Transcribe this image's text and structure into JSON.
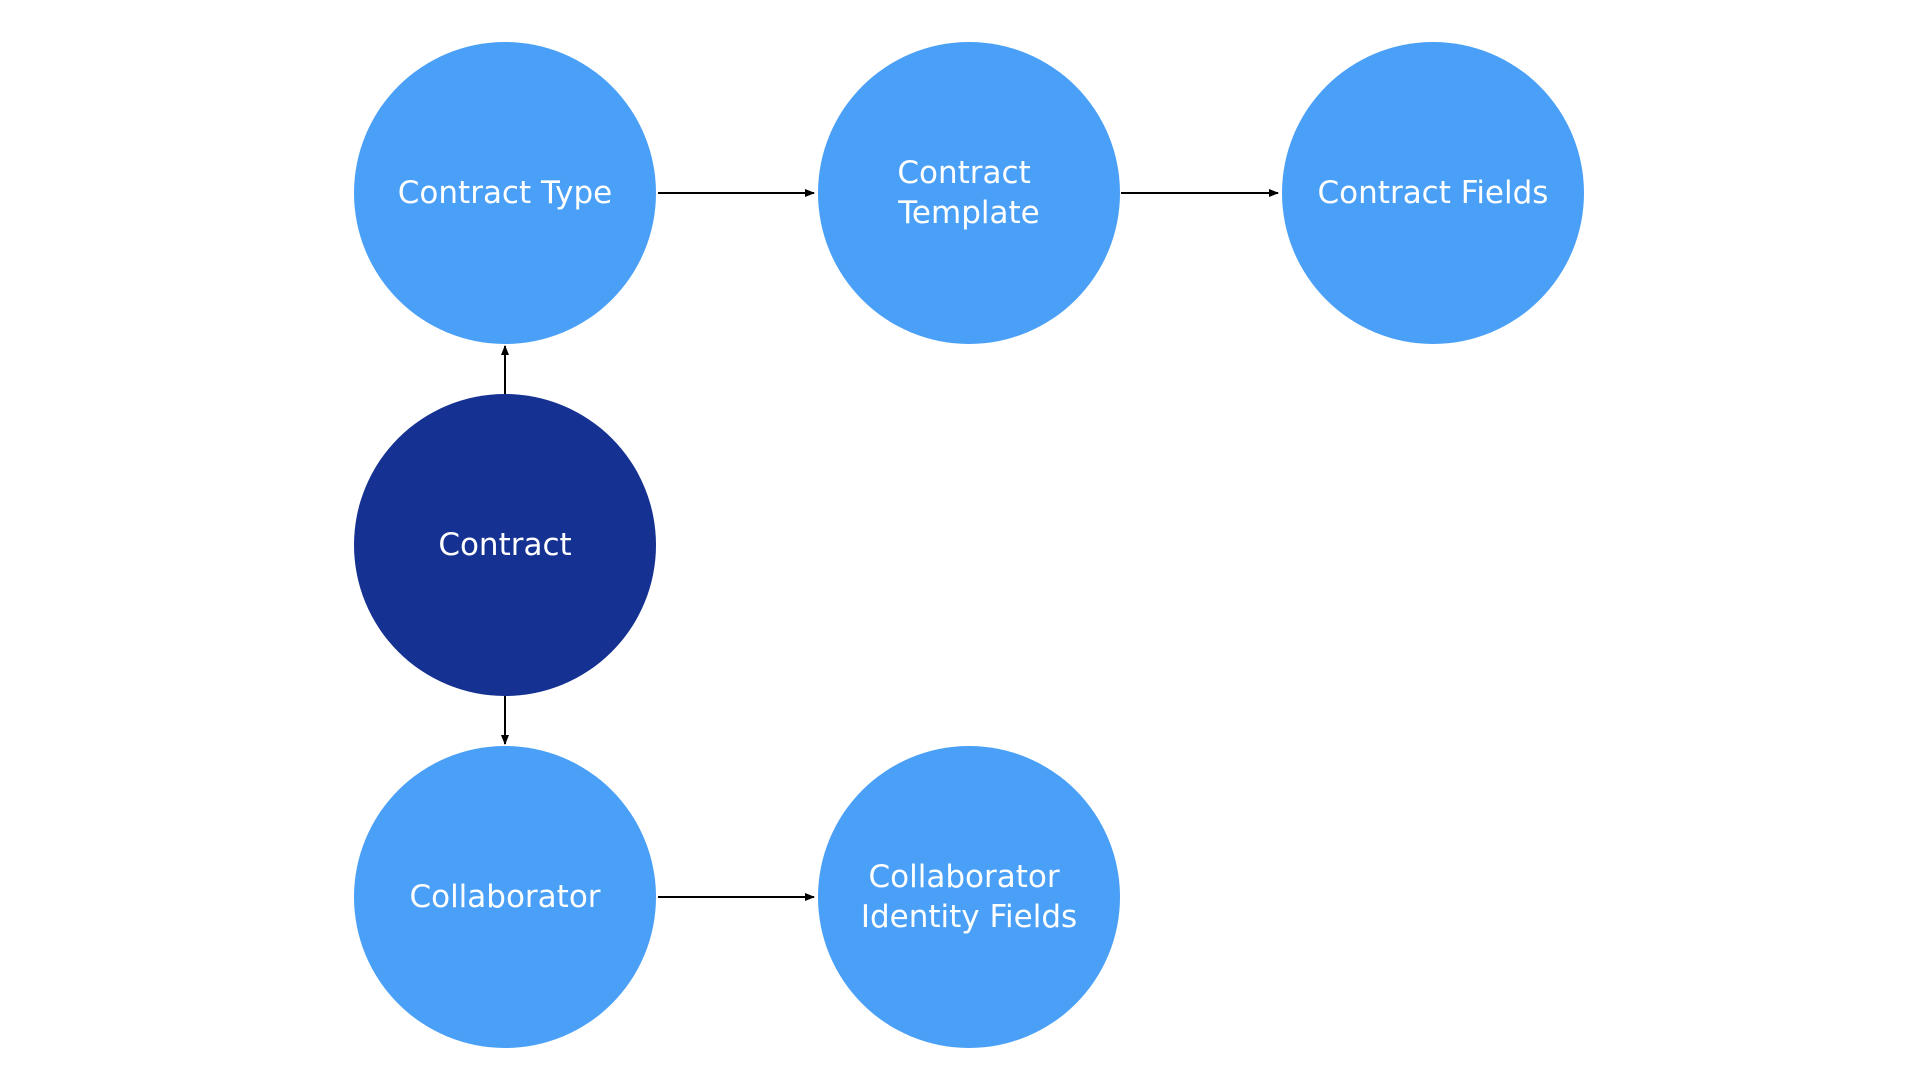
{
  "colors": {
    "node": "#4aa0f7",
    "node_root": "#153191",
    "edge": "#000000",
    "text": "#ffffff",
    "background": "#ffffff"
  },
  "nodes": {
    "contract_type": {
      "label": [
        "Contract Type"
      ]
    },
    "contract_template": {
      "label": [
        "Contract",
        "Template"
      ]
    },
    "contract_fields": {
      "label": [
        "Contract Fields"
      ]
    },
    "contract": {
      "label": [
        "Contract"
      ]
    },
    "collaborator": {
      "label": [
        "Collaborator"
      ]
    },
    "collaborator_identity_fields": {
      "label": [
        "Collaborator",
        "Identity Fields"
      ]
    }
  },
  "edges": [
    {
      "from": "contract",
      "to": "contract_type"
    },
    {
      "from": "contract",
      "to": "collaborator"
    },
    {
      "from": "contract_type",
      "to": "contract_template"
    },
    {
      "from": "contract_template",
      "to": "contract_fields"
    },
    {
      "from": "collaborator",
      "to": "collaborator_identity_fields"
    }
  ]
}
